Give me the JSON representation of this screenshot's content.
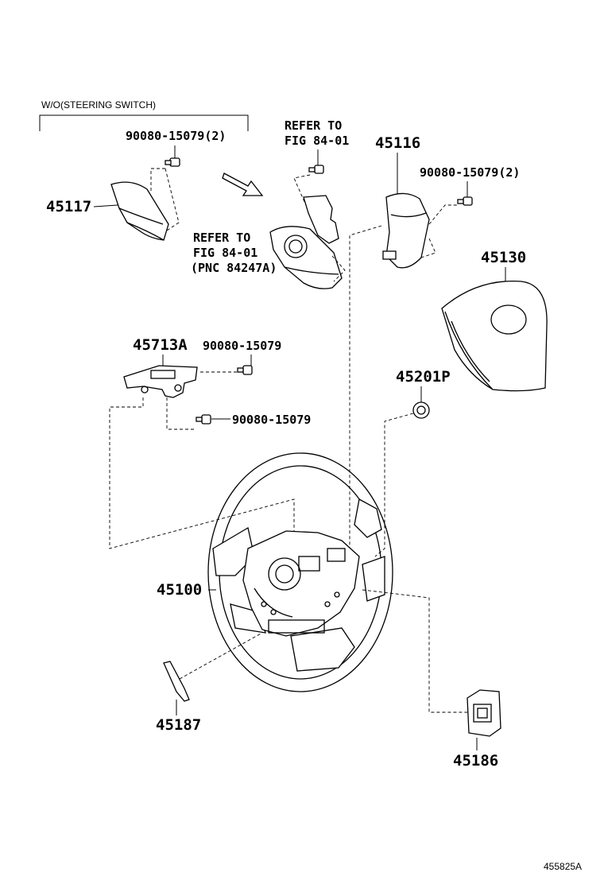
{
  "header": {
    "variant_note": "W/O(STEERING SWITCH)"
  },
  "references": {
    "ref_top": [
      "REFER TO",
      "FIG 84-01"
    ],
    "ref_mid": [
      "REFER TO",
      "FIG 84-01",
      "(PNC 84247A)"
    ]
  },
  "parts": {
    "p45117": "45117",
    "p45116": "45116",
    "p45130": "45130",
    "p45713A": "45713A",
    "p45201P": "45201P",
    "p45100": "45100",
    "p45187": "45187",
    "p45186": "45186"
  },
  "screws": {
    "s_left": "90080-15079(2)",
    "s_right": "90080-15079(2)",
    "s_switch_top": "90080-15079",
    "s_switch_bottom": "90080-15079"
  },
  "footer": {
    "illustration_id": "455825A"
  }
}
